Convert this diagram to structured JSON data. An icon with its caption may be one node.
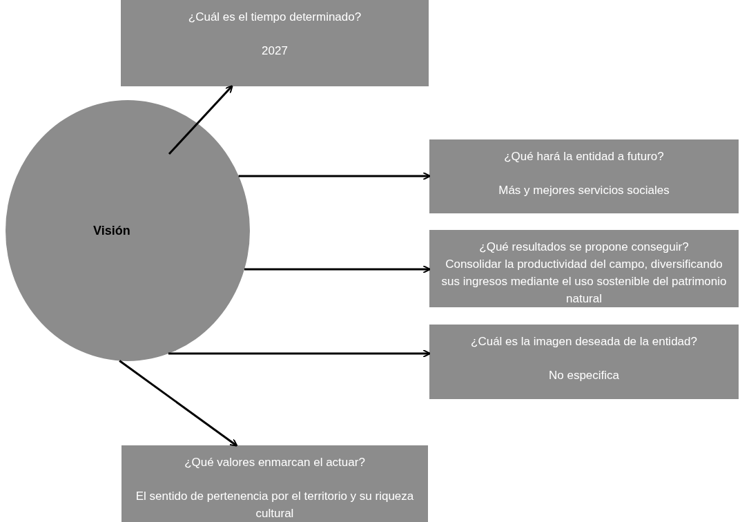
{
  "diagram": {
    "nodes": [
      {
        "text": [
          "Visión"
        ]
      },
      {
        "text": [
          "¿Cuál es el tiempo determinado?",
          "2027"
        ]
      },
      {
        "text": [
          "¿Qué hará la entidad a futuro?",
          "Más y mejores servicios sociales"
        ]
      },
      {
        "text": [
          "¿Qué resultados se propone conseguir?",
          "Consolidar la productividad del campo, diversificando sus ingresos mediante el uso sostenible del patrimonio natural"
        ]
      },
      {
        "text": [
          "¿Cuál es la imagen deseada de la entidad?",
          "No especifica"
        ]
      },
      {
        "text": [
          "¿Qué valores enmarcan el actuar?",
          "El sentido de pertenencia por el territorio y su riqueza cultural"
        ]
      }
    ],
    "edges": [
      {
        "from": 0,
        "to": 1,
        "arrow": "to"
      },
      {
        "from": 0,
        "to": 2,
        "arrow": "to"
      },
      {
        "from": 0,
        "to": 3,
        "arrow": "to"
      },
      {
        "from": 0,
        "to": 4,
        "arrow": "to"
      },
      {
        "from": 0,
        "to": 5,
        "arrow": "to"
      }
    ]
  }
}
